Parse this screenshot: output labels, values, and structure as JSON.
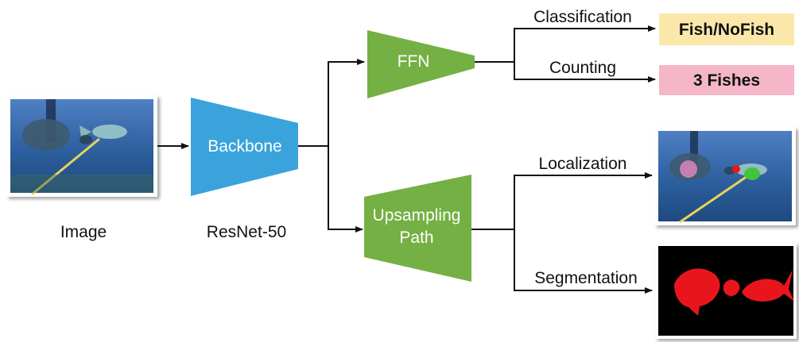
{
  "input": {
    "label": "Image"
  },
  "backbone": {
    "label": "Backbone",
    "sublabel": "ResNet-50",
    "color": "#3aa3db"
  },
  "ffn": {
    "label": "FFN",
    "color": "#74b043"
  },
  "upsampling": {
    "label_line1": "Upsampling",
    "label_line2": "Path",
    "color": "#74b043"
  },
  "tasks": {
    "classification": {
      "label": "Classification",
      "output": "Fish/NoFish",
      "output_color": "#fbe7a9"
    },
    "counting": {
      "label": "Counting",
      "output": "3 Fishes",
      "output_color": "#f4b6c8"
    },
    "localization": {
      "label": "Localization"
    },
    "segmentation": {
      "label": "Segmentation"
    }
  },
  "colors": {
    "underwater": "#2d5f9e",
    "mask_fill": "#e8191c",
    "mask_background": "#000000",
    "pink_marker": "#f08cc8",
    "red_marker": "#e8191c",
    "green_marker": "#43c43a"
  }
}
